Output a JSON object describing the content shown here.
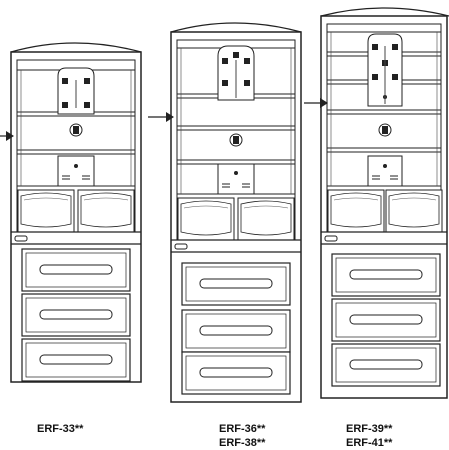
{
  "labels": {
    "left_model": "ERF-33**",
    "middle_model_1": "ERF-36**",
    "middle_model_2": "ERF-38**",
    "right_model_1": "ERF-39**",
    "right_model_2": "ERF-41**"
  },
  "fridges": [
    {
      "id": "erf-33",
      "shelves_above_panel": 1,
      "has_arrow": true
    },
    {
      "id": "erf-36-38",
      "shelves_above_panel": 2,
      "has_arrow": true
    },
    {
      "id": "erf-39-41",
      "shelves_above_panel": 2,
      "has_arrow": true
    }
  ],
  "colors": {
    "line": "#222222",
    "background": "#ffffff"
  }
}
